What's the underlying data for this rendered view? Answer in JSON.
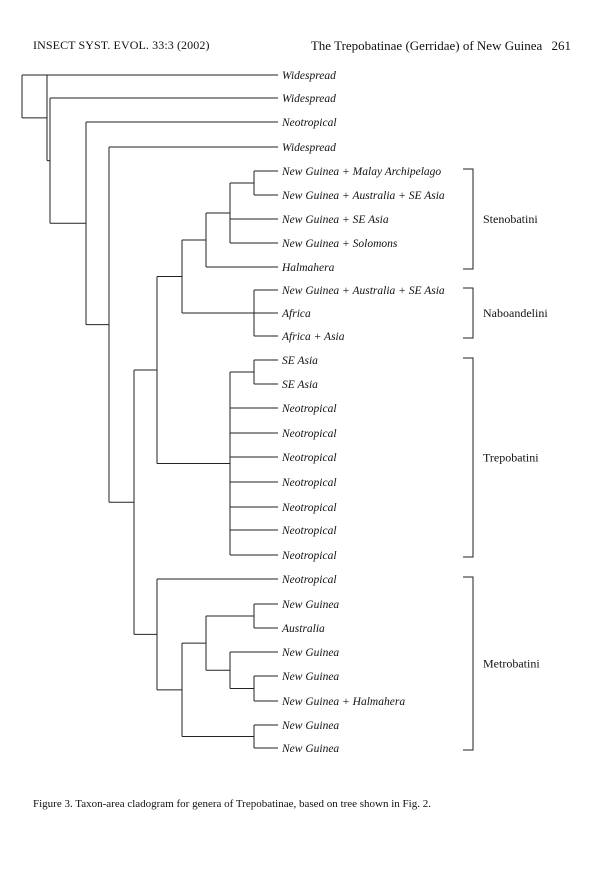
{
  "header": {
    "journal": "INSECT SYST. EVOL. 33:3 (2002)",
    "article_title": "The Trepobatinae (Gerridae) of New Guinea",
    "page_number": "261"
  },
  "cladogram": {
    "leaves": [
      "Widespread",
      "Widespread",
      "Neotropical",
      "Widespread",
      "New Guinea + Malay Archipelago",
      "New Guinea + Australia + SE Asia",
      "New Guinea + SE Asia",
      "New Guinea + Solomons",
      "Halmahera",
      "New Guinea + Australia + SE Asia",
      "Africa",
      "Africa + Asia",
      "SE Asia",
      "SE Asia",
      "Neotropical",
      "Neotropical",
      "Neotropical",
      "Neotropical",
      "Neotropical",
      "Neotropical",
      "Neotropical",
      "Neotropical",
      "New Guinea",
      "Australia",
      "New Guinea",
      "New Guinea",
      "New Guinea + Halmahera",
      "New Guinea",
      "New Guinea"
    ],
    "tribes": [
      {
        "name": "Stenobatini",
        "from": 4,
        "to": 8
      },
      {
        "name": "Naboandelini",
        "from": 9,
        "to": 11
      },
      {
        "name": "Trepobatini",
        "from": 12,
        "to": 20
      },
      {
        "name": "Metrobatini",
        "from": 21,
        "to": 28
      }
    ]
  },
  "caption": "Figure 3. Taxon-area cladogram for genera of Trepobatinae, based on tree shown in Fig. 2."
}
